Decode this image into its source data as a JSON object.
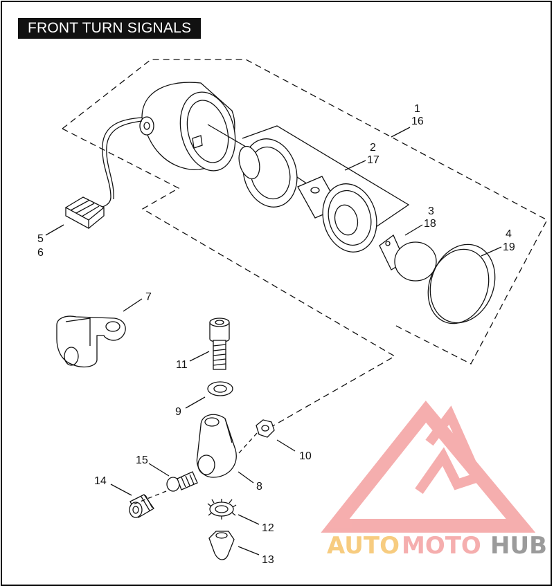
{
  "title": "FRONT TURN SIGNALS",
  "callouts": {
    "c1": "1",
    "c16": "16",
    "c2": "2",
    "c17": "17",
    "c3": "3",
    "c18": "18",
    "c4": "4",
    "c19": "19",
    "c5": "5",
    "c6": "6",
    "c7": "7",
    "c8": "8",
    "c9": "9",
    "c10": "10",
    "c11": "11",
    "c12": "12",
    "c13": "13",
    "c14": "14",
    "c15": "15"
  },
  "watermark": {
    "part1": "AUTO",
    "part2": "MOTO",
    "part3": "HUB",
    "color_accent": "#f4a0a0",
    "color_orange": "#f6c46a",
    "color_grey": "#8a8a8a"
  }
}
